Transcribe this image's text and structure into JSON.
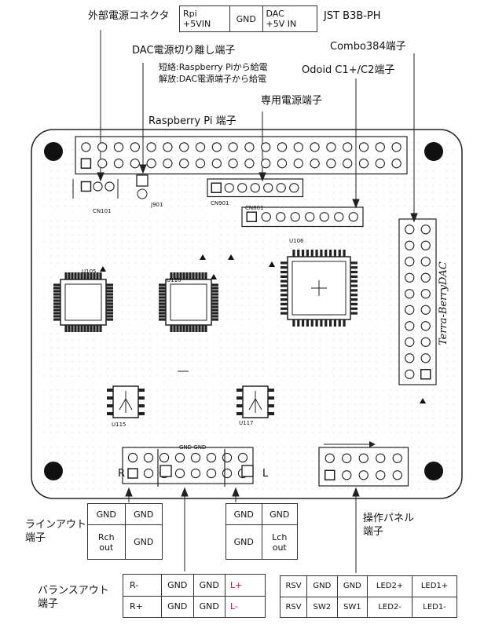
{
  "labels": {
    "ext_power": "外部電源コネクタ",
    "jst": "JST B3B-PH",
    "dac_sep": "DAC電源切り離し端子",
    "short_note": "短絡:Raspberry Piから給電",
    "open_note": "解放:DAC電源端子から給電",
    "combo": "Combo384端子",
    "odroid": "Odoid C1+/C2端子",
    "dedicated_power": "専用電源端子",
    "rpi_header": "Raspberry Pi 端子",
    "line_out": "ラインアウト\n端子",
    "balance_out": "バランスアウト\n端子",
    "panel": "操作パネル\n端子"
  },
  "board_text": {
    "cn101": "CN101",
    "j901": "J901",
    "cn901": "CN901",
    "cn801": "CN801",
    "u106": "U106",
    "u105": "U105",
    "u110": "U110",
    "u115": "U115",
    "u117": "U117",
    "terra": "Terra-BerryDAC",
    "gndgnd": "GND GND",
    "r": "R",
    "l": "L"
  },
  "ext_power_table": [
    [
      "Rpi\n+5VIN",
      "GND",
      "DAC\n+5V IN"
    ]
  ],
  "line_out_right_table": [
    [
      "GND",
      "GND"
    ],
    [
      "Rch\nout",
      "GND"
    ]
  ],
  "line_out_left_table": [
    [
      "GND",
      "GND"
    ],
    [
      "GND",
      "Lch\nout"
    ]
  ],
  "balance_table": [
    [
      "R-",
      "GND",
      "GND",
      "L+"
    ],
    [
      "R+",
      "GND",
      "GND",
      "L-"
    ]
  ],
  "panel_table": [
    [
      "RSV",
      "GND",
      "GND",
      "LED2+",
      "LED1+"
    ],
    [
      "RSV",
      "SW2",
      "SW1",
      "LED2-",
      "LED1-"
    ]
  ]
}
